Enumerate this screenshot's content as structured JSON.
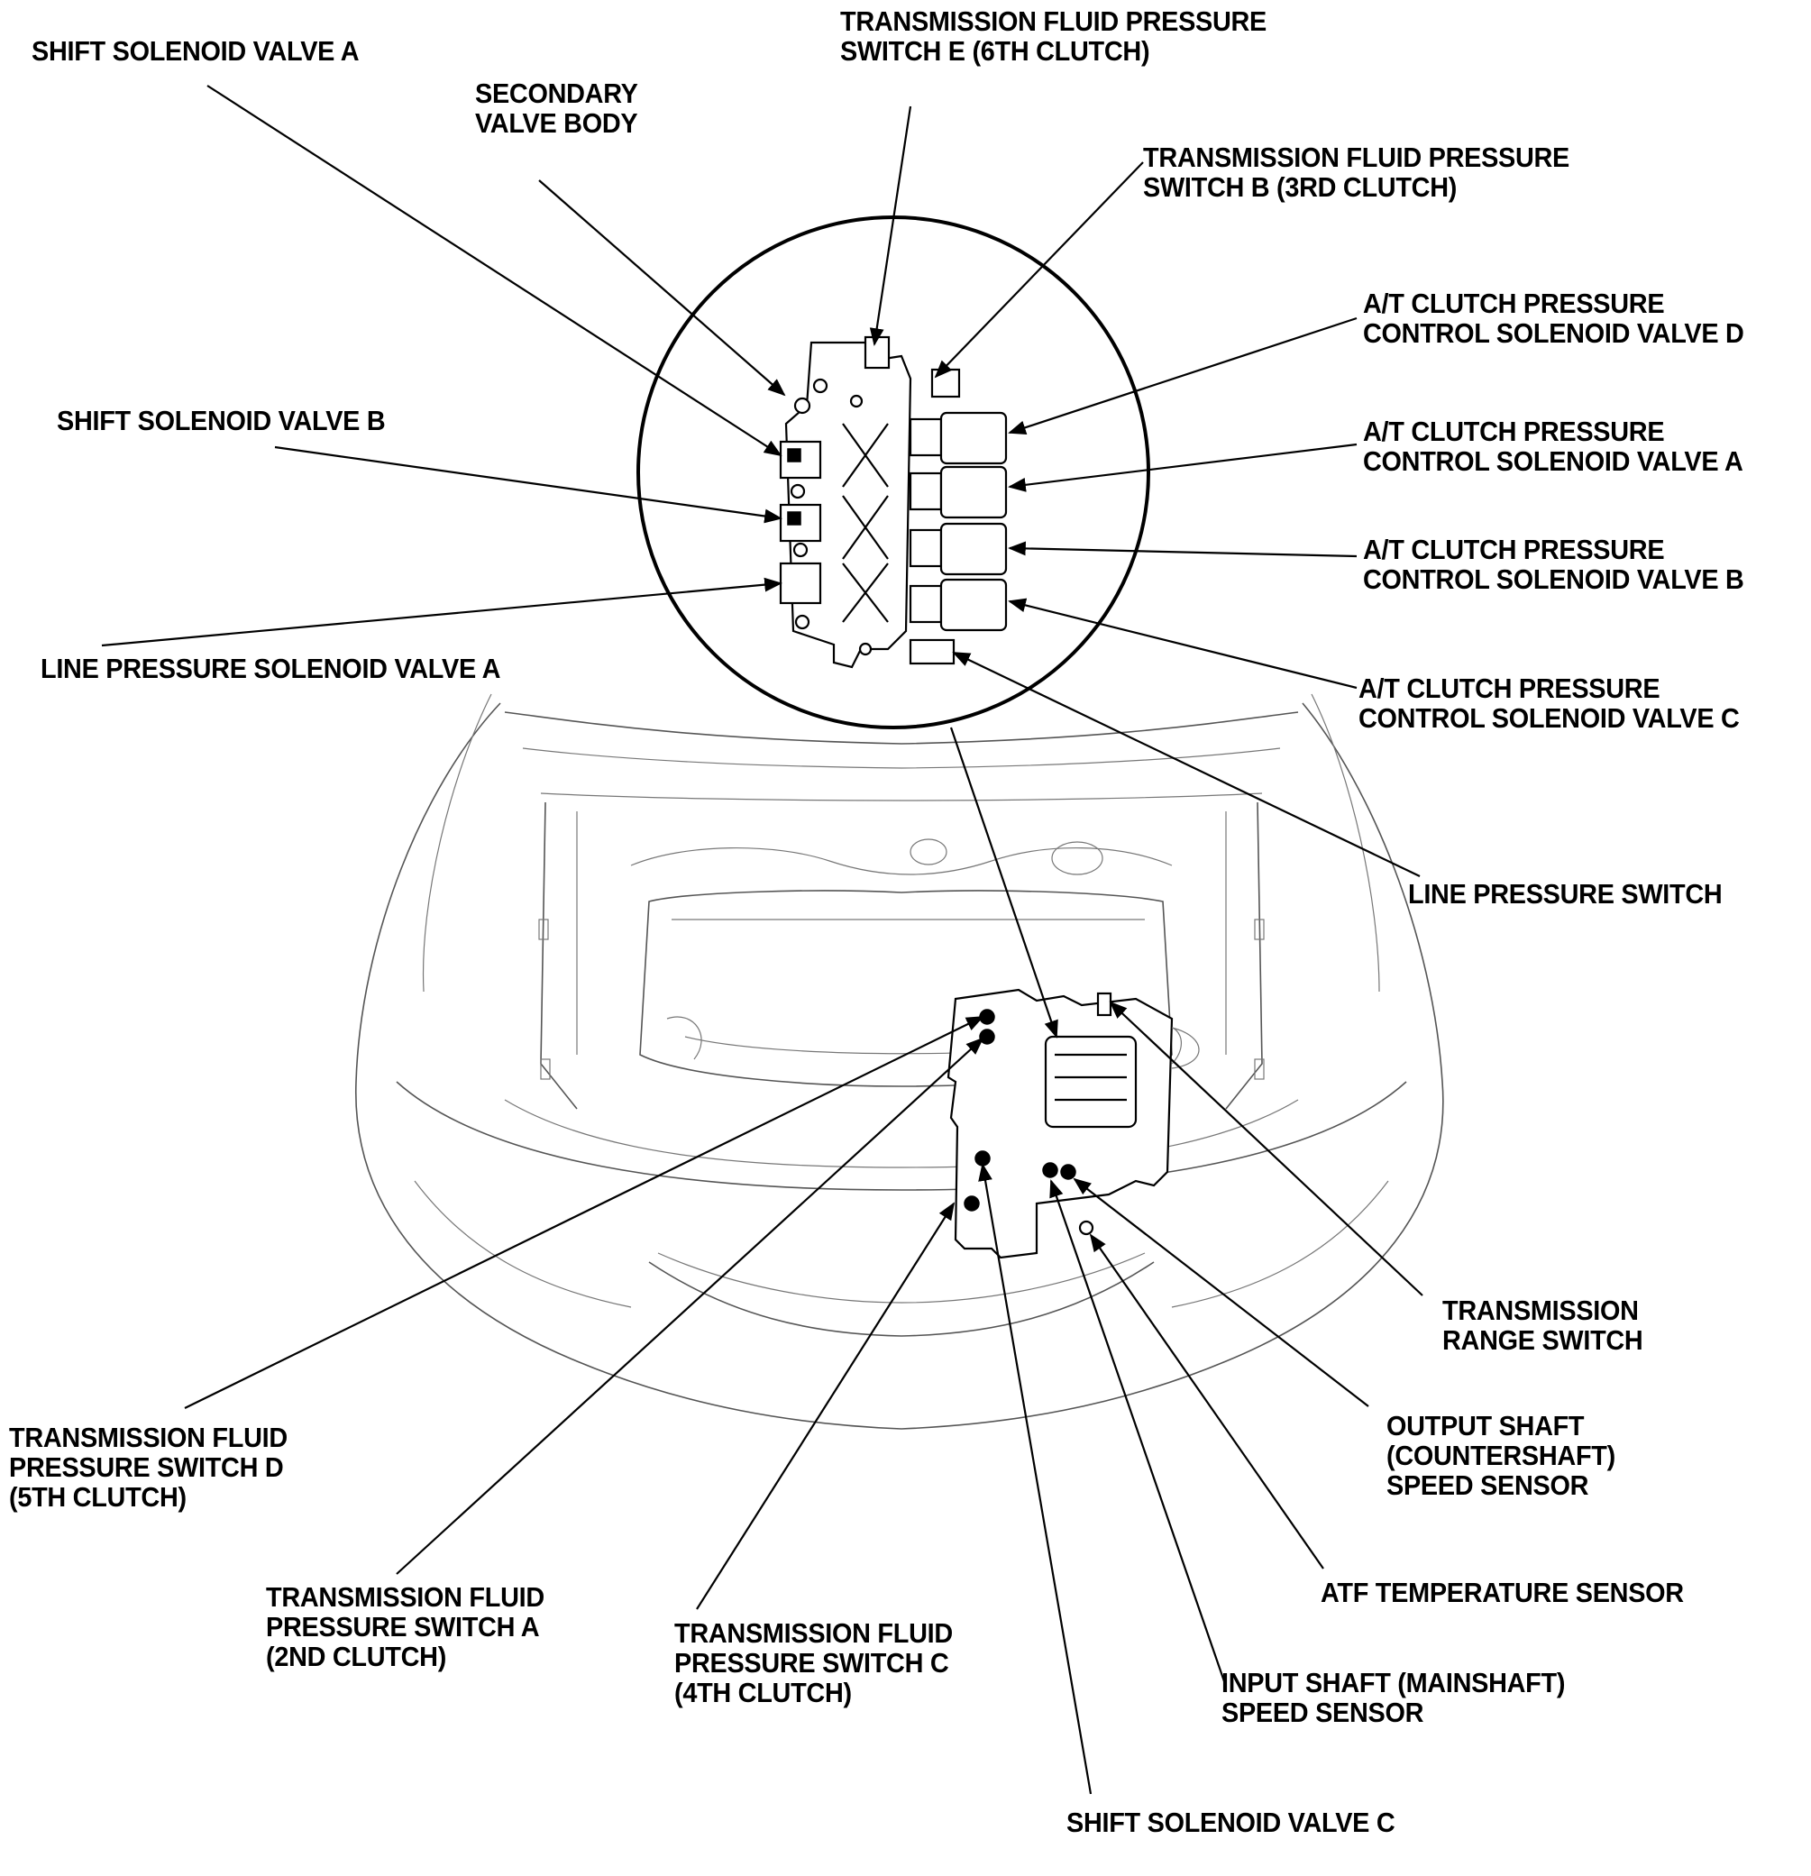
{
  "labels": {
    "shift_solenoid_a": [
      "SHIFT SOLENOID VALVE A"
    ],
    "secondary_valve_body": [
      "SECONDARY",
      "VALVE BODY"
    ],
    "switch_e": [
      "TRANSMISSION FLUID PRESSURE",
      "SWITCH E (6TH CLUTCH)"
    ],
    "switch_b": [
      "TRANSMISSION FLUID PRESSURE",
      "SWITCH B (3RD CLUTCH)"
    ],
    "clutch_d": [
      "A/T CLUTCH PRESSURE",
      "CONTROL SOLENOID VALVE D"
    ],
    "shift_solenoid_b": [
      "SHIFT SOLENOID VALVE B"
    ],
    "clutch_a": [
      "A/T CLUTCH PRESSURE",
      "CONTROL SOLENOID VALVE A"
    ],
    "clutch_b": [
      "A/T CLUTCH PRESSURE",
      "CONTROL SOLENOID VALVE B"
    ],
    "line_pressure_solenoid_a": [
      "LINE PRESSURE SOLENOID VALVE A"
    ],
    "clutch_c": [
      "A/T CLUTCH PRESSURE",
      "CONTROL SOLENOID VALVE C"
    ],
    "line_pressure_switch": [
      "LINE PRESSURE SWITCH"
    ],
    "range_switch": [
      "TRANSMISSION",
      "RANGE SWITCH"
    ],
    "output_shaft": [
      "OUTPUT SHAFT",
      "(COUNTERSHAFT)",
      "SPEED SENSOR"
    ],
    "switch_d": [
      "TRANSMISSION FLUID",
      "PRESSURE SWITCH D",
      "(5TH CLUTCH)"
    ],
    "atf_temp": [
      "ATF TEMPERATURE SENSOR"
    ],
    "switch_a": [
      "TRANSMISSION FLUID",
      "PRESSURE SWITCH A",
      "(2ND CLUTCH)"
    ],
    "switch_c": [
      "TRANSMISSION FLUID",
      "PRESSURE SWITCH C",
      "(4TH CLUTCH)"
    ],
    "input_shaft": [
      "INPUT SHAFT (MAINSHAFT)",
      "SPEED SENSOR"
    ],
    "shift_solenoid_c": [
      "SHIFT SOLENOID VALVE C"
    ]
  },
  "icons": [
    "valve-body-detail",
    "transmission-housing",
    "vehicle-front-outline"
  ],
  "colors": {
    "ink": "#000000",
    "outline": "#555555",
    "background": "#ffffff"
  }
}
